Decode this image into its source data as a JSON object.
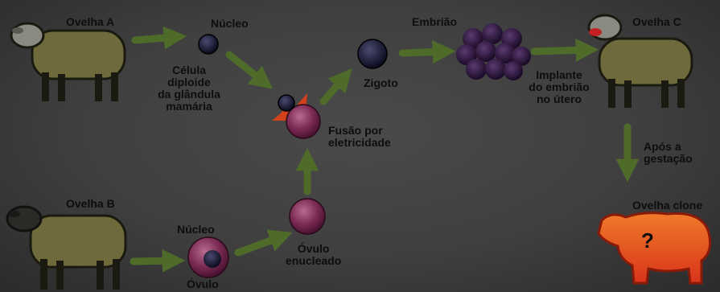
{
  "labels": {
    "sheep_a": "Ovelha A",
    "sheep_b": "Ovelha B",
    "sheep_c": "Ovelha C",
    "nucleus_top": "Núcleo",
    "diploid_cell": [
      "Célula",
      "diploide",
      "da glândula",
      "mamária"
    ],
    "fusion": [
      "Fusão por",
      "eletricidade"
    ],
    "zygote": "Zigoto",
    "embryo": "Embrião",
    "implant": [
      "Implante",
      "do embrião",
      "no útero"
    ],
    "after_gestation": [
      "Após a",
      "gestação"
    ],
    "clone": "Ovelha clone",
    "clone_mark": "?",
    "nucleus_bottom": "Núcleo",
    "egg": "Óvulo",
    "enucleated_egg": [
      "Óvulo",
      "enucleado"
    ]
  },
  "colors": {
    "sheep_body": "#6e6a3c",
    "sheep_head": "#8a8a82",
    "arrow": "#4f6b2a",
    "egg": "#7a2a52",
    "nucleus": "#141430",
    "embryo": "#2a1438",
    "clone": "#e24a1a",
    "spark": "#d2401c"
  }
}
